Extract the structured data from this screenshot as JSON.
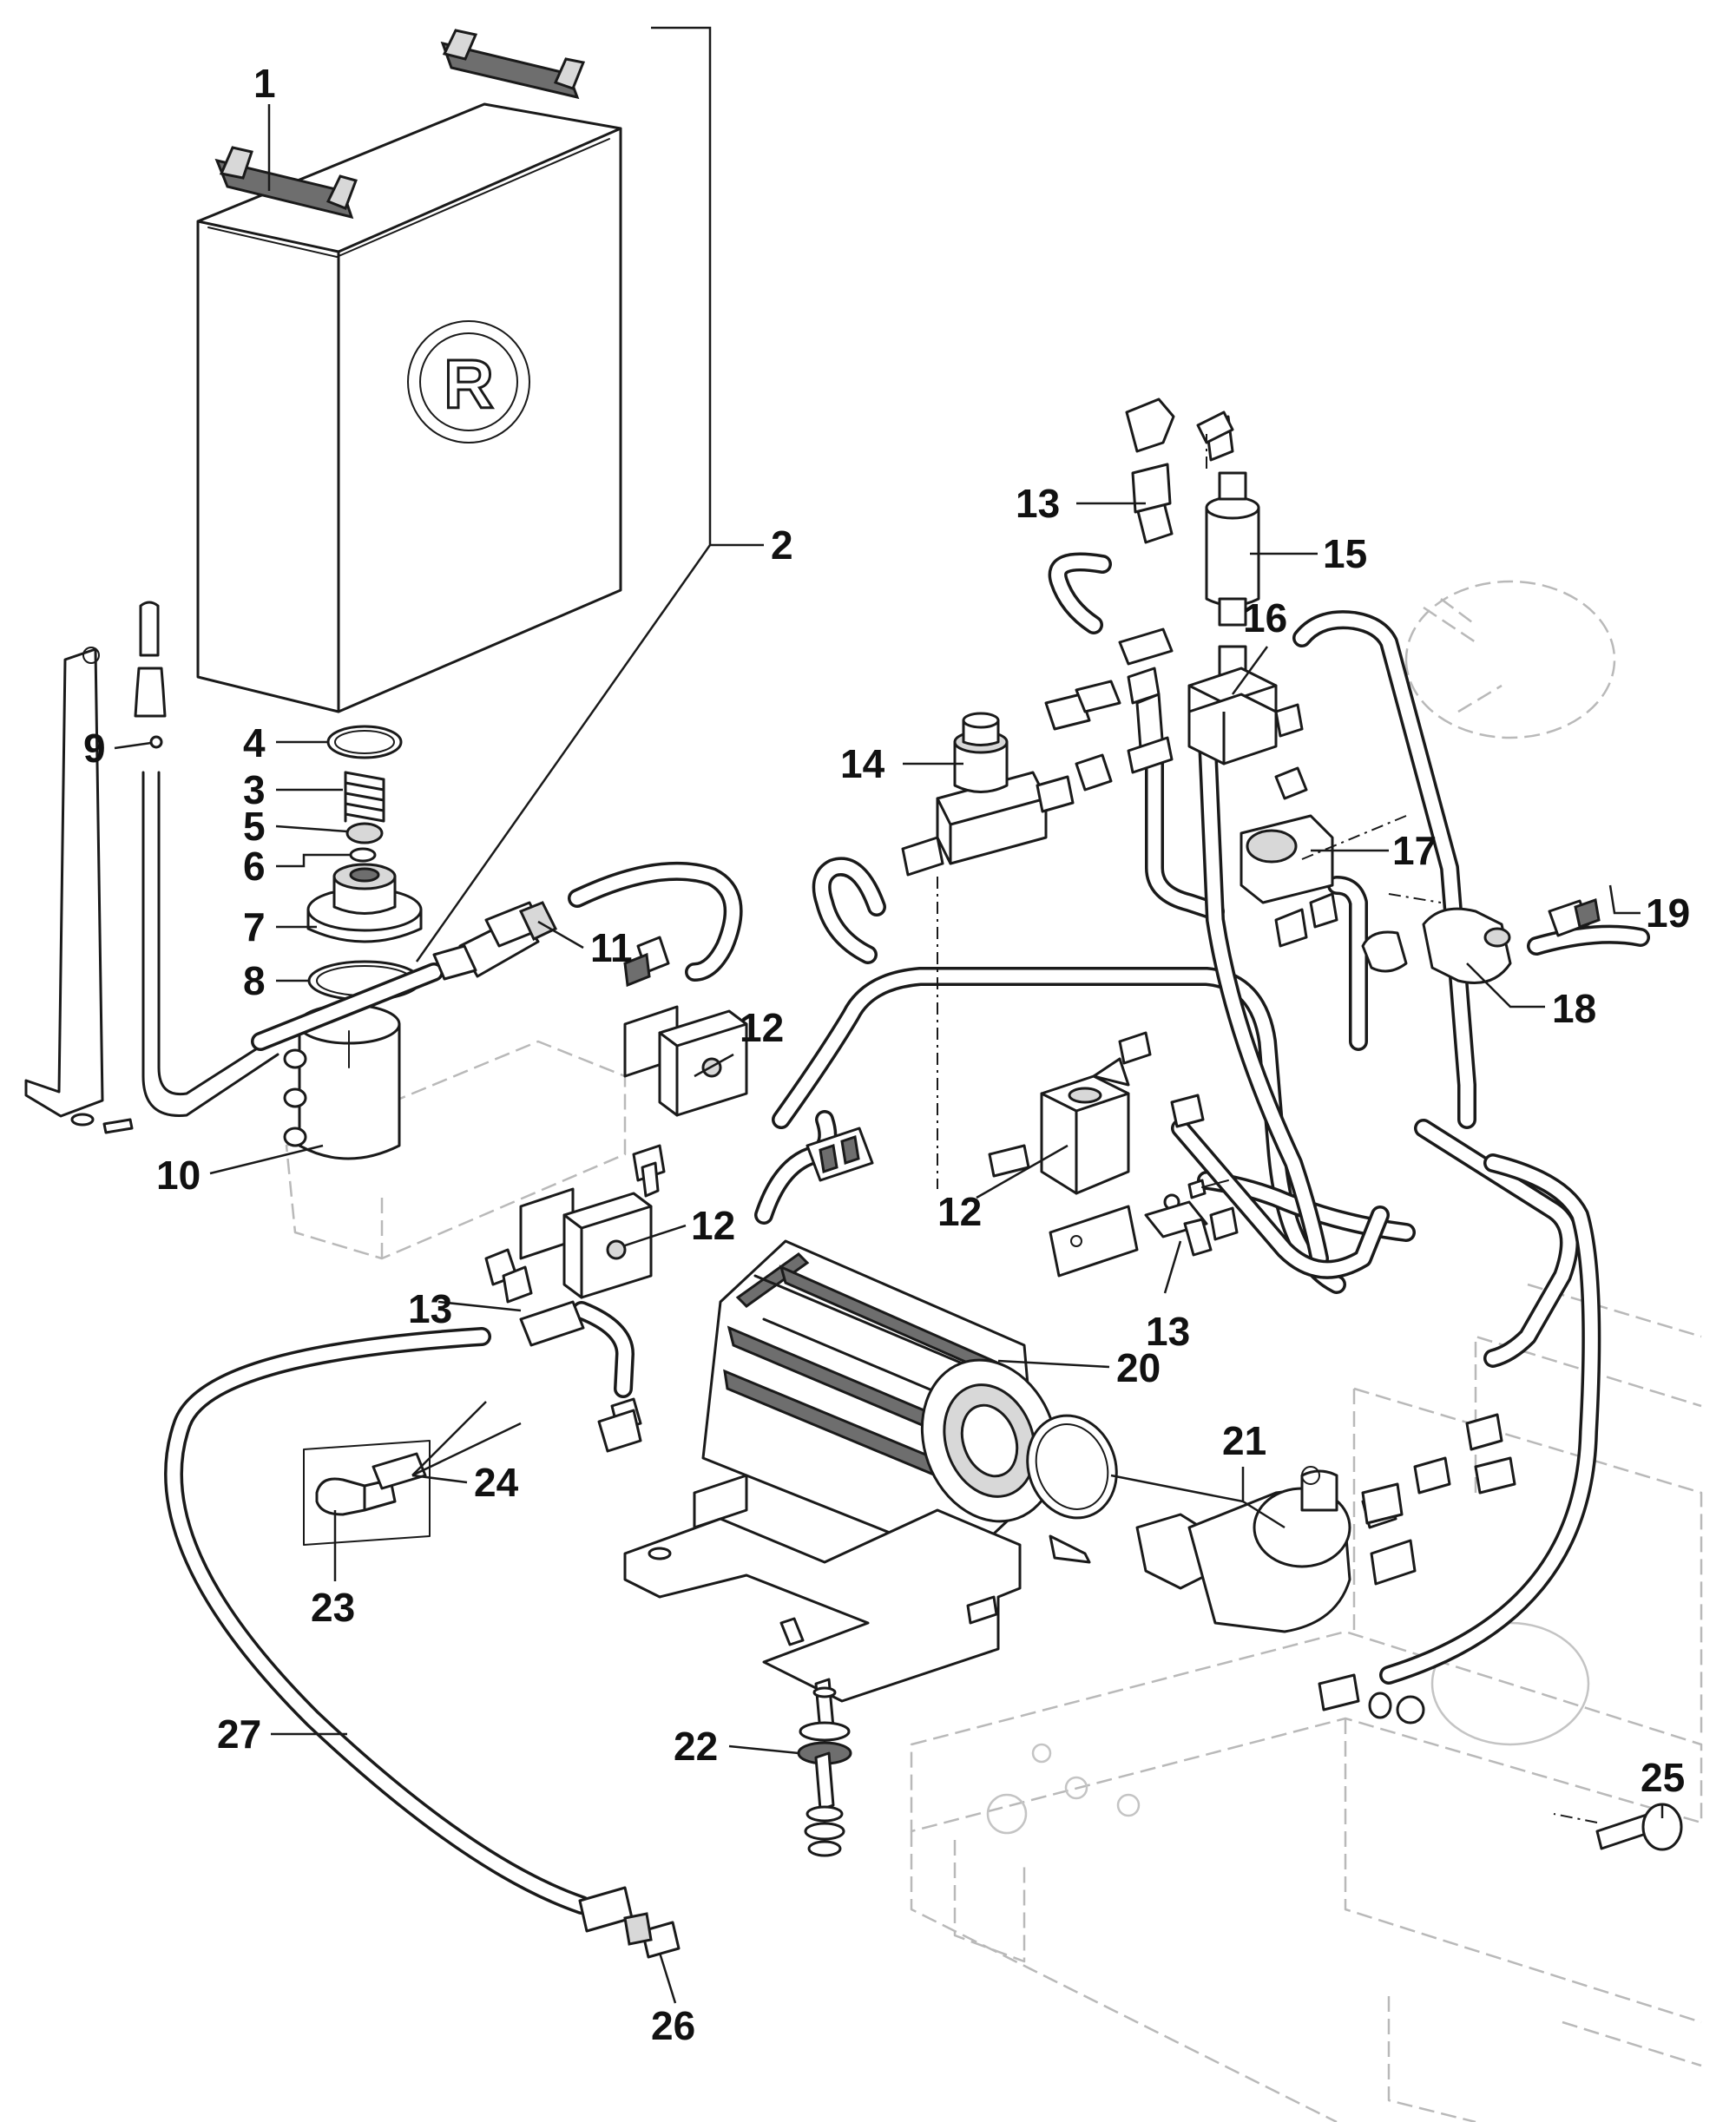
{
  "callouts": [
    {
      "id": "1",
      "text": "1"
    },
    {
      "id": "2",
      "text": "2"
    },
    {
      "id": "3",
      "text": "3"
    },
    {
      "id": "4",
      "text": "4"
    },
    {
      "id": "5",
      "text": "5"
    },
    {
      "id": "6",
      "text": "6"
    },
    {
      "id": "7",
      "text": "7"
    },
    {
      "id": "8",
      "text": "8"
    },
    {
      "id": "9",
      "text": "9"
    },
    {
      "id": "10",
      "text": "10"
    },
    {
      "id": "11",
      "text": "11"
    },
    {
      "id": "12a",
      "text": "12"
    },
    {
      "id": "12b",
      "text": "12"
    },
    {
      "id": "12c",
      "text": "12"
    },
    {
      "id": "13a",
      "text": "13"
    },
    {
      "id": "13b",
      "text": "13"
    },
    {
      "id": "13c",
      "text": "13"
    },
    {
      "id": "14",
      "text": "14"
    },
    {
      "id": "15",
      "text": "15"
    },
    {
      "id": "16",
      "text": "16"
    },
    {
      "id": "17",
      "text": "17"
    },
    {
      "id": "18",
      "text": "18"
    },
    {
      "id": "19",
      "text": "19"
    },
    {
      "id": "20",
      "text": "20"
    },
    {
      "id": "21",
      "text": "21"
    },
    {
      "id": "22",
      "text": "22"
    },
    {
      "id": "23",
      "text": "23"
    },
    {
      "id": "24",
      "text": "24"
    },
    {
      "id": "25",
      "text": "25"
    },
    {
      "id": "26",
      "text": "26"
    },
    {
      "id": "27",
      "text": "27"
    }
  ],
  "tank_logo": "R"
}
